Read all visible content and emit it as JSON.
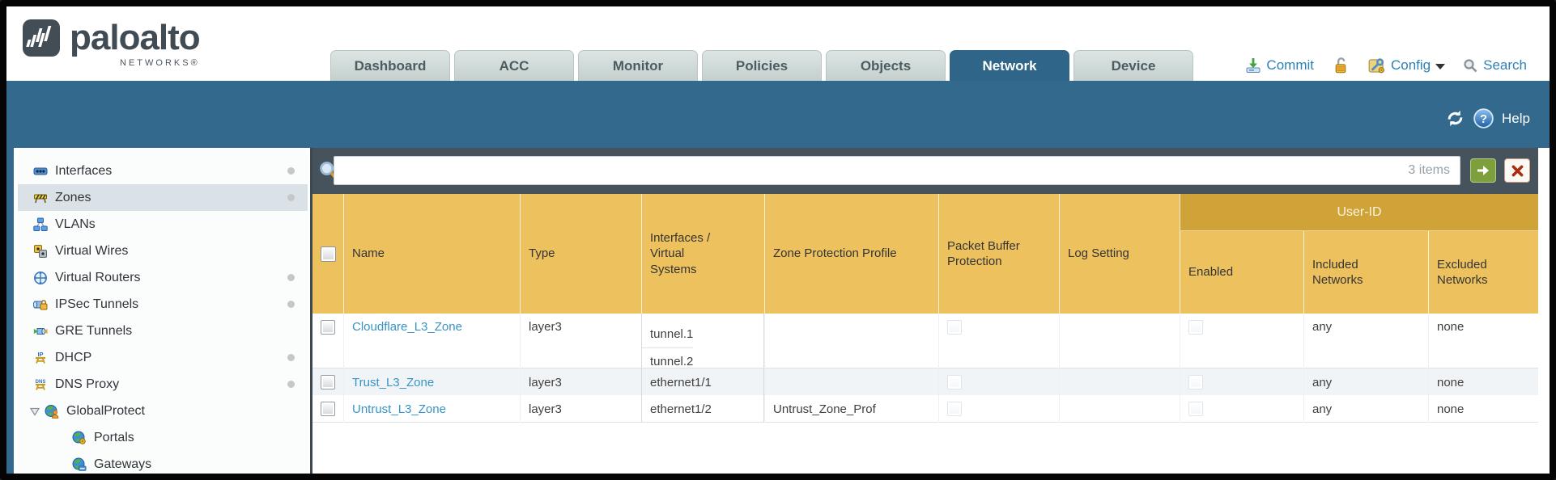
{
  "brand": {
    "name": "paloalto",
    "subname": "NETWORKS®"
  },
  "tabs": [
    {
      "label": "Dashboard",
      "active": false
    },
    {
      "label": "ACC",
      "active": false
    },
    {
      "label": "Monitor",
      "active": false
    },
    {
      "label": "Policies",
      "active": false
    },
    {
      "label": "Objects",
      "active": false
    },
    {
      "label": "Network",
      "active": true
    },
    {
      "label": "Device",
      "active": false
    }
  ],
  "utility": {
    "commit_label": "Commit",
    "config_label": "Config",
    "search_label": "Search"
  },
  "band": {
    "help_label": "Help"
  },
  "toolbar": {
    "filter_value": "",
    "items_count": "3 items"
  },
  "sidebar": {
    "items": [
      {
        "label": "Interfaces",
        "icon": "interfaces-icon",
        "dot": true,
        "selected": false,
        "indent": false
      },
      {
        "label": "Zones",
        "icon": "zones-icon",
        "dot": true,
        "selected": true,
        "indent": false
      },
      {
        "label": "VLANs",
        "icon": "vlans-icon",
        "dot": false,
        "selected": false,
        "indent": false
      },
      {
        "label": "Virtual Wires",
        "icon": "virtual-wires-icon",
        "dot": false,
        "selected": false,
        "indent": false
      },
      {
        "label": "Virtual Routers",
        "icon": "virtual-routers-icon",
        "dot": true,
        "selected": false,
        "indent": false
      },
      {
        "label": "IPSec Tunnels",
        "icon": "ipsec-tunnels-icon",
        "dot": true,
        "selected": false,
        "indent": false
      },
      {
        "label": "GRE Tunnels",
        "icon": "gre-tunnels-icon",
        "dot": false,
        "selected": false,
        "indent": false
      },
      {
        "label": "DHCP",
        "icon": "dhcp-icon",
        "dot": true,
        "selected": false,
        "indent": false
      },
      {
        "label": "DNS Proxy",
        "icon": "dns-proxy-icon",
        "dot": true,
        "selected": false,
        "indent": false
      },
      {
        "label": "GlobalProtect",
        "icon": "globalprotect-icon",
        "dot": false,
        "selected": false,
        "indent": false,
        "expanded": true
      },
      {
        "label": "Portals",
        "icon": "portals-icon",
        "dot": false,
        "selected": false,
        "indent": true
      },
      {
        "label": "Gateways",
        "icon": "gateways-icon",
        "dot": false,
        "selected": false,
        "indent": true
      }
    ]
  },
  "table": {
    "group_header": "User-ID",
    "columns": [
      "Name",
      "Type",
      "Interfaces / Virtual Systems",
      "Zone Protection Profile",
      "Packet Buffer Protection",
      "Log Setting",
      "Enabled",
      "Included Networks",
      "Excluded Networks"
    ],
    "rows": [
      {
        "name": "Cloudflare_L3_Zone",
        "type": "layer3",
        "interfaces": [
          "tunnel.1",
          "tunnel.2"
        ],
        "zone_protection_profile": "",
        "packet_buffer_protection": false,
        "log_setting": "",
        "enabled": false,
        "included_networks": "any",
        "excluded_networks": "none"
      },
      {
        "name": "Trust_L3_Zone",
        "type": "layer3",
        "interfaces": [
          "ethernet1/1"
        ],
        "zone_protection_profile": "",
        "packet_buffer_protection": false,
        "log_setting": "",
        "enabled": false,
        "included_networks": "any",
        "excluded_networks": "none"
      },
      {
        "name": "Untrust_L3_Zone",
        "type": "layer3",
        "interfaces": [
          "ethernet1/2"
        ],
        "zone_protection_profile": "Untrust_Zone_Prof",
        "packet_buffer_protection": false,
        "log_setting": "",
        "enabled": false,
        "included_networks": "any",
        "excluded_networks": "none"
      }
    ]
  },
  "colors": {
    "teal_band": "#33698c",
    "header_gold": "#edc25e",
    "group_gold": "#cfa338",
    "dark_bar": "#47535c",
    "link_blue": "#3694c7",
    "utility_blue": "#2d81b5",
    "tab_inactive": "#c9d4d2",
    "selected_row": "#dbe2e7",
    "go_button_green": "#7da03c",
    "close_x_red": "#ab2c0e"
  }
}
